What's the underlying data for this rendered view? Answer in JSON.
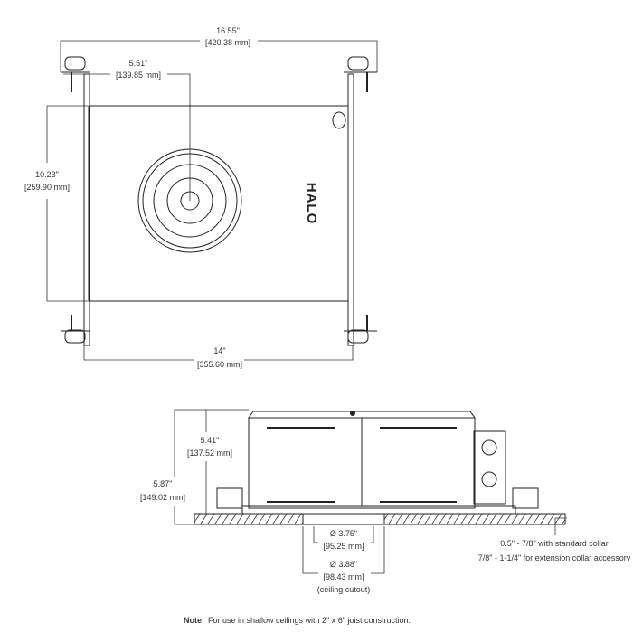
{
  "top_view": {
    "overall_width": {
      "inch": "16.55\"",
      "mm": "[420.38 mm]"
    },
    "center_offset": {
      "inch": "5.51\"",
      "mm": "[139.85 mm]"
    },
    "depth": {
      "inch": "10.23\"",
      "mm": "[259.90 mm]"
    },
    "bar_span": {
      "inch": "14\"",
      "mm": "[355.60 mm]"
    },
    "logo": "HALO"
  },
  "side_view": {
    "housing_height": {
      "inch": "5.41\"",
      "mm": "[137.52 mm]"
    },
    "total_height": {
      "inch": "5.87\"",
      "mm": "[149.02 mm]"
    },
    "aperture": {
      "inch": "Ø 3.75\"",
      "mm": "[95.25 mm]"
    },
    "cutout": {
      "inch": "Ø 3.88\"",
      "mm": "[98.43 mm]",
      "label": "(ceiling cutout)"
    },
    "ceiling_thickness": {
      "line1": "0.5\" - 7/8\" with standard collar",
      "line2": "7/8\" - 1-1/4\" for extension collar accessory"
    }
  },
  "note": {
    "label": "Note:",
    "text": "For use in shallow ceilings with 2\" x 6\" joist construction."
  }
}
